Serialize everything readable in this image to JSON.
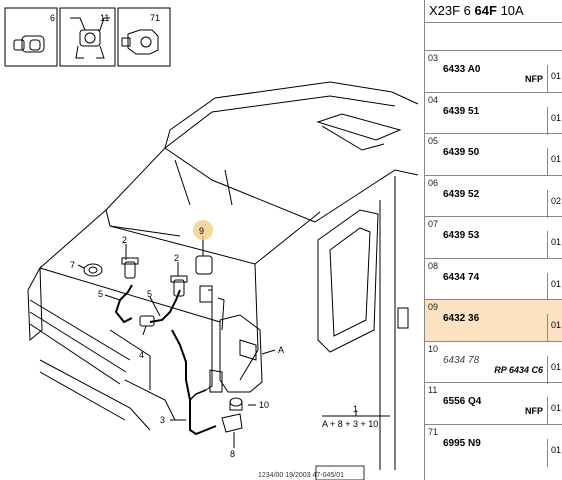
{
  "header": {
    "code_prefix": "X23F 6",
    "code_bold": "64F",
    "code_suffix": "10A"
  },
  "thumbnails": [
    {
      "label": "6"
    },
    {
      "label": "11"
    },
    {
      "label": "71"
    }
  ],
  "callouts": {
    "c1": "1",
    "c2": "2",
    "c3": "3",
    "c4": "4",
    "c5a": "5",
    "c5b": "5",
    "c7": "7",
    "c8": "8",
    "c9": "9",
    "c10": "10",
    "cA": "A"
  },
  "formula": "A + 8 + 3 + 10",
  "bottom_strip": "1234/00   19/2003   47-045/01",
  "parts": [
    {
      "seq": "03",
      "ref": "6433 A0",
      "note": "NFP",
      "qty": "01",
      "highlight": false
    },
    {
      "seq": "04",
      "ref": "6439 51",
      "note": "",
      "qty": "01",
      "highlight": false
    },
    {
      "seq": "05",
      "ref": "6439 50",
      "note": "",
      "qty": "01",
      "highlight": false
    },
    {
      "seq": "06",
      "ref": "6439 52",
      "note": "",
      "qty": "02",
      "highlight": false
    },
    {
      "seq": "07",
      "ref": "6439 53",
      "note": "",
      "qty": "01",
      "highlight": false
    },
    {
      "seq": "08",
      "ref": "6434 74",
      "note": "",
      "qty": "01",
      "highlight": false
    },
    {
      "seq": "09",
      "ref": "6432 36",
      "note": "",
      "qty": "01",
      "highlight": true
    },
    {
      "seq": "10",
      "ref": "6434 78",
      "note": "RP 6434 C6",
      "qty": "01",
      "highlight": false,
      "italic": true
    },
    {
      "seq": "11",
      "ref": "6556 Q4",
      "note": "NFP",
      "qty": "01",
      "highlight": false
    },
    {
      "seq": "71",
      "ref": "6995 N9",
      "note": "",
      "qty": "01",
      "highlight": false
    }
  ],
  "colors": {
    "highlight_row": "#fde3c2",
    "callout_marker": "#f5c97a"
  }
}
